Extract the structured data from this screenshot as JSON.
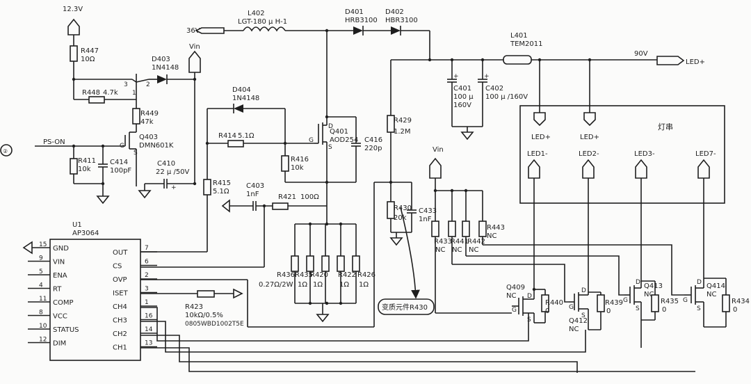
{
  "page_marker": "②",
  "nets": {
    "v12": "12.3V",
    "v36": "36V",
    "vin": "Vin",
    "v90": "90V",
    "ps_on": "PS-ON",
    "led_plus_out": "LED+"
  },
  "components": {
    "L402": {
      "ref": "L402",
      "value": "LGT-180 μ H-1"
    },
    "D401": {
      "ref": "D401",
      "value": "HRB3100"
    },
    "D402": {
      "ref": "D402",
      "value": "HBR3100"
    },
    "L401": {
      "ref": "L401",
      "value": "TEM2011"
    },
    "R447": {
      "ref": "R447",
      "value": "10Ω"
    },
    "D403": {
      "ref": "D403",
      "value": "1N4148"
    },
    "R448": {
      "ref": "R448",
      "value": "4.7k"
    },
    "R449": {
      "ref": "R449",
      "value": "47k"
    },
    "Q403": {
      "ref": "Q403",
      "value": "DMN601K"
    },
    "R411": {
      "ref": "R411",
      "value": "10k"
    },
    "C414": {
      "ref": "C414",
      "value": "100pF"
    },
    "C410": {
      "ref": "C410",
      "value": "22 μ /50V"
    },
    "D404": {
      "ref": "D404",
      "value": "1N4148"
    },
    "R414": {
      "ref": "R414",
      "value": "5.1Ω"
    },
    "R416": {
      "ref": "R416",
      "value": "10k"
    },
    "Q401": {
      "ref": "Q401",
      "value": "AOD254"
    },
    "C416": {
      "ref": "C416",
      "value": "220p"
    },
    "R415": {
      "ref": "R415",
      "value": "5.1Ω"
    },
    "C403": {
      "ref": "C403",
      "value": "1nF"
    },
    "R421": {
      "ref": "R421",
      "value": "100Ω"
    },
    "R436": {
      "ref": "R436",
      "value": "0.27Ω/2W"
    },
    "R435a": {
      "ref": "R435",
      "value": "1Ω"
    },
    "R420": {
      "ref": "R420",
      "value": "1Ω"
    },
    "R422": {
      "ref": "R422",
      "value": "1Ω"
    },
    "R426": {
      "ref": "R426",
      "value": "1Ω"
    },
    "R429": {
      "ref": "R429",
      "value": "1.2M"
    },
    "R430": {
      "ref": "R430",
      "value": "20k"
    },
    "C433": {
      "ref": "C433",
      "value": "1nF"
    },
    "C401": {
      "ref": "C401",
      "value1": "100 μ",
      "value2": "160V"
    },
    "C402": {
      "ref": "C402",
      "value": "100 μ /160V"
    },
    "R433": {
      "ref": "R433",
      "value": "NC"
    },
    "R441": {
      "ref": "R441",
      "value": "NC"
    },
    "R442": {
      "ref": "R442",
      "value": "NC"
    },
    "R443": {
      "ref": "R443",
      "value": "NC"
    },
    "R423": {
      "ref": "R423",
      "value1": "10kΩ/0.5%",
      "value2": "0805WBD1002T5E"
    },
    "Q409": {
      "ref": "Q409",
      "value": "NC"
    },
    "R440": {
      "ref": "R440",
      "value": "0"
    },
    "Q412": {
      "ref": "Q412",
      "value": "NC"
    },
    "R439": {
      "ref": "R439",
      "value": "0"
    },
    "Q413": {
      "ref": "Q413",
      "value": "NC"
    },
    "R435b": {
      "ref": "R435",
      "value": "0"
    },
    "Q414": {
      "ref": "Q414",
      "value": "NC"
    },
    "R434": {
      "ref": "R434",
      "value": "0"
    }
  },
  "ic": {
    "ref": "U1",
    "part": "AP3064",
    "left_pins": [
      {
        "num": "15",
        "name": "GND"
      },
      {
        "num": "9",
        "name": "VIN"
      },
      {
        "num": "5",
        "name": "ENA"
      },
      {
        "num": "4",
        "name": "RT"
      },
      {
        "num": "11",
        "name": "COMP"
      },
      {
        "num": "8",
        "name": "VCC"
      },
      {
        "num": "10",
        "name": "STATUS"
      },
      {
        "num": "12",
        "name": "DIM"
      }
    ],
    "right_pins": [
      {
        "num": "7",
        "name": "OUT"
      },
      {
        "num": "6",
        "name": "CS"
      },
      {
        "num": "2",
        "name": "OVP"
      },
      {
        "num": "3",
        "name": "ISET"
      },
      {
        "num": "1",
        "name": "CH4"
      },
      {
        "num": "16",
        "name": "CH3"
      },
      {
        "num": "14",
        "name": "CH2"
      },
      {
        "num": "13",
        "name": "CH1"
      }
    ]
  },
  "led_box": {
    "title": "灯串",
    "plus_labels": [
      "LED+",
      "LED+"
    ],
    "minus_labels": [
      "LED1-",
      "LED2-",
      "LED3-",
      "LED7-"
    ]
  },
  "pin_letters": {
    "gate": "G",
    "drain": "D",
    "source": "S"
  },
  "q403_pins": [
    "3",
    "2",
    "1"
  ],
  "annotation": "变质元件R430",
  "colors": {
    "ink": "#1e1e1e",
    "paper": "#fbfbfa"
  }
}
